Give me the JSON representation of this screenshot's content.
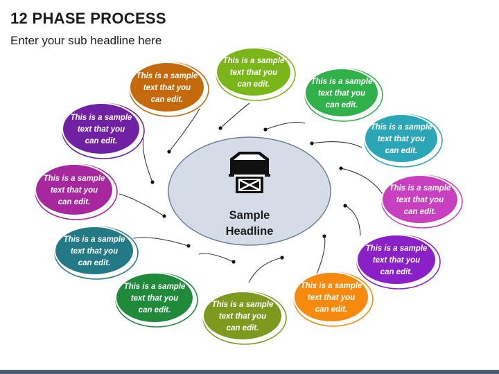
{
  "title": "12 PHASE PROCESS",
  "subtitle": "Enter your sub headline here",
  "center": {
    "headline_line1": "Sample",
    "headline_line2": "Headline",
    "icon": "barn-icon"
  },
  "phases": [
    {
      "line1": "This is a sample",
      "line2": "text that you",
      "line3": "can edit.",
      "color": "#7ab519"
    },
    {
      "line1": "This is a sample",
      "line2": "text that you",
      "line3": "can edit.",
      "color": "#30b14a"
    },
    {
      "line1": "This is a sample",
      "line2": "text that you",
      "line3": "can edit.",
      "color": "#2aa6b6"
    },
    {
      "line1": "This is a sample",
      "line2": "text that you",
      "line3": "can edit.",
      "color": "#c83fbf"
    },
    {
      "line1": "This is a sample",
      "line2": "text that you",
      "line3": "can edit.",
      "color": "#8a20c8"
    },
    {
      "line1": "This is a sample",
      "line2": "text that you",
      "line3": "can edit.",
      "color": "#f58a0e"
    },
    {
      "line1": "This is a sample",
      "line2": "text that you",
      "line3": "can edit.",
      "color": "#7d9a1f"
    },
    {
      "line1": "This is a sample",
      "line2": "text that you",
      "line3": "can edit.",
      "color": "#1f8a3a"
    },
    {
      "line1": "This is a sample",
      "line2": "text that you",
      "line3": "can edit.",
      "color": "#237a86"
    },
    {
      "line1": "This is a sample",
      "line2": "text that you",
      "line3": "can edit.",
      "color": "#a7279f"
    },
    {
      "line1": "This is a sample",
      "line2": "text that you",
      "line3": "can edit.",
      "color": "#7021a3"
    },
    {
      "line1": "This is a sample",
      "line2": "text that you",
      "line3": "can edit.",
      "color": "#c56a0c"
    }
  ]
}
